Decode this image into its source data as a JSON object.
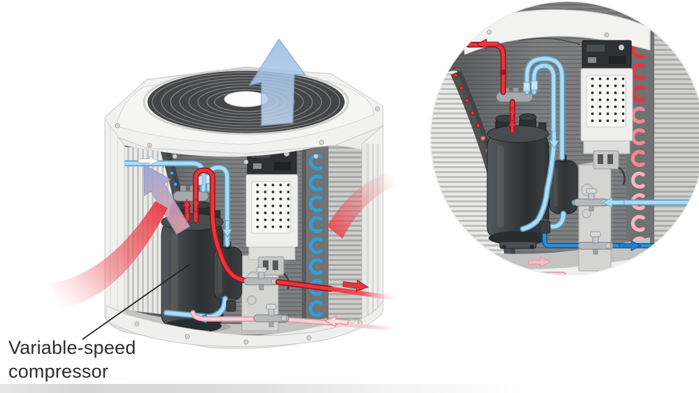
{
  "figure": {
    "type": "technical illustration",
    "alt": "Cutaway view of a heat pump outdoor unit showing refrigerant flow, with a circular magnified inset of the compressor area",
    "label": {
      "line1": "Variable-speed",
      "line2": "compressor"
    },
    "views": {
      "main": "unit cutaway with airflow arrows",
      "inset": "circular close-up of compressor, reversing valve, accumulator and control box"
    },
    "colors": {
      "discharge_line_red": "#e8353c",
      "suction_line_pink": "#f7ced5",
      "vapor_line_light_blue": "#aedcf4",
      "liquid_line_dark_blue": "#2d8fd8",
      "exhaust_arrow_blue": "#aac8ea",
      "coil_arrow_purple": "#98a5d6",
      "intake_arrow_red": "#ea3840",
      "cabinet_white": "#f0f1ef",
      "interior_gray": "#7d7f81",
      "compressor_dark": "#3f4244",
      "label_text": "#2c2c2c",
      "bottom_bar_gray": "#d9d9d9"
    },
    "icons": {
      "exhaust_air": "up-arrow",
      "intake_air_left": "curved-red-arrow",
      "intake_air_right": "curved-red-arrow",
      "flow_right_red": "right-arrow",
      "flow_left_pink": "left-arrow-outline",
      "flow_down_blue": "down-arrow",
      "flow_left_blue": "left-arrow",
      "flow_right_dark_blue": "right-arrow",
      "flow_up_red": "up-arrow",
      "flow_left_top_red": "left-arrow",
      "flow_right_pink": "right-arrow",
      "flow_right_white": "right-arrow"
    }
  }
}
